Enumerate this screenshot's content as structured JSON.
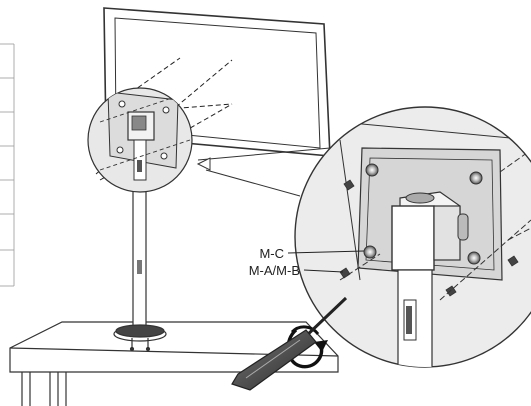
{
  "figure": {
    "callouts": [
      {
        "id": "mc",
        "label": "M-C"
      },
      {
        "id": "mab",
        "label": "M-A/M-B"
      }
    ]
  }
}
